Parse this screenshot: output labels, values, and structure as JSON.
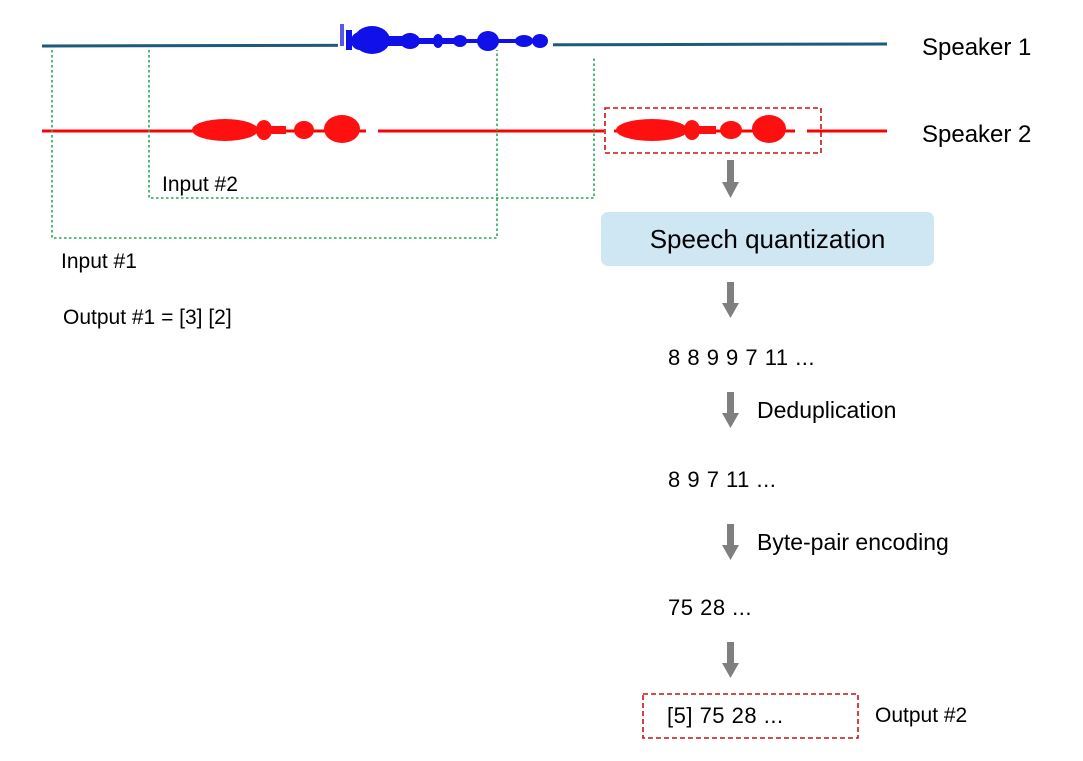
{
  "colors": {
    "speaker1_line": "#1f5a7a",
    "speaker1_wave": "#1010e8",
    "speaker2_line": "#ff0000",
    "speaker2_wave": "#ff1010",
    "input_bracket": "#22aa55",
    "highlight_box": "#cc1111",
    "arrow": "#7f7f7f",
    "quantization_box": "#cfe6f3"
  },
  "speakers": [
    {
      "label": "Speaker 1"
    },
    {
      "label": "Speaker 2"
    }
  ],
  "inputs": {
    "input1_label": "Input #1",
    "input2_label": "Input #2",
    "output1_text": "Output #1 = [3] [2]"
  },
  "pipeline": {
    "quantization_label": "Speech quantization",
    "quantized_tokens": "8 8 9 9 7 11 ...",
    "dedup_label": "Deduplication",
    "dedup_tokens": "8 9 7 11 ...",
    "bpe_label": "Byte-pair encoding",
    "bpe_tokens": "75 28 ...",
    "final_tokens": "[5] 75 28 ...",
    "output2_label": "Output #2"
  }
}
